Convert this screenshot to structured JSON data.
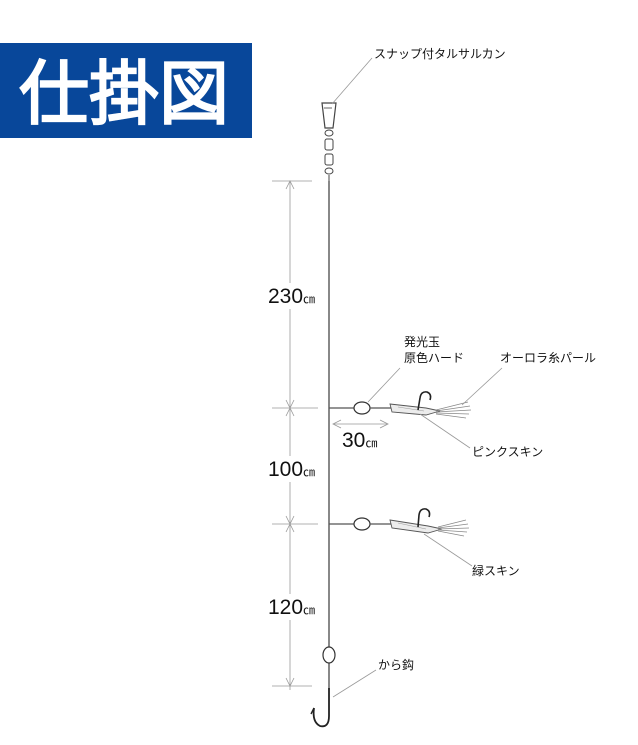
{
  "title": "仕掛図",
  "colors": {
    "title_bg": "#08479a",
    "title_text": "#ffffff",
    "line": "#555555",
    "dimension_line": "#999999",
    "text": "#111111"
  },
  "labels": {
    "swivel": "スナップ付タルサルカン",
    "bead_line1": "発光玉",
    "bead_line2": "原色ハード",
    "aurora": "オーロラ糸パール",
    "branch_length_num": "30",
    "branch_length_unit": "㎝",
    "pink_skin": "ピンクスキン",
    "green_skin": "緑スキン",
    "bottom_hook": "から鈎"
  },
  "dimensions": [
    {
      "value": "230",
      "unit": "㎝"
    },
    {
      "value": "100",
      "unit": "㎝"
    },
    {
      "value": "120",
      "unit": "㎝"
    }
  ],
  "icons": {
    "swivel": "snap-swivel-icon",
    "bead": "luminous-bead-icon",
    "hook": "fishing-hook-icon",
    "skin": "skin-lure-icon"
  }
}
